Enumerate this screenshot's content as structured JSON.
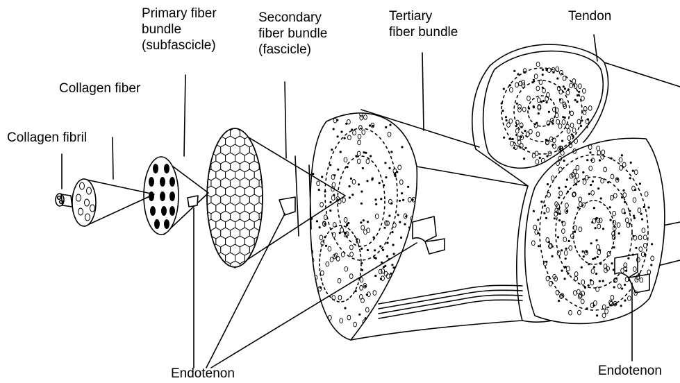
{
  "labels": {
    "collagen_fibril": "Collagen fibril",
    "collagen_fiber": "Collagen fiber",
    "primary_bundle": [
      "Primary fiber",
      "bundle",
      "(subfascicle)"
    ],
    "secondary_bundle": [
      "Secondary",
      "fiber bundle",
      "(fascicle)"
    ],
    "tertiary_bundle": [
      "Tertiary",
      "fiber bundle"
    ],
    "tendon": "Tendon",
    "endotenon_left": "Endotenon",
    "endotenon_right": "Endotenon"
  }
}
